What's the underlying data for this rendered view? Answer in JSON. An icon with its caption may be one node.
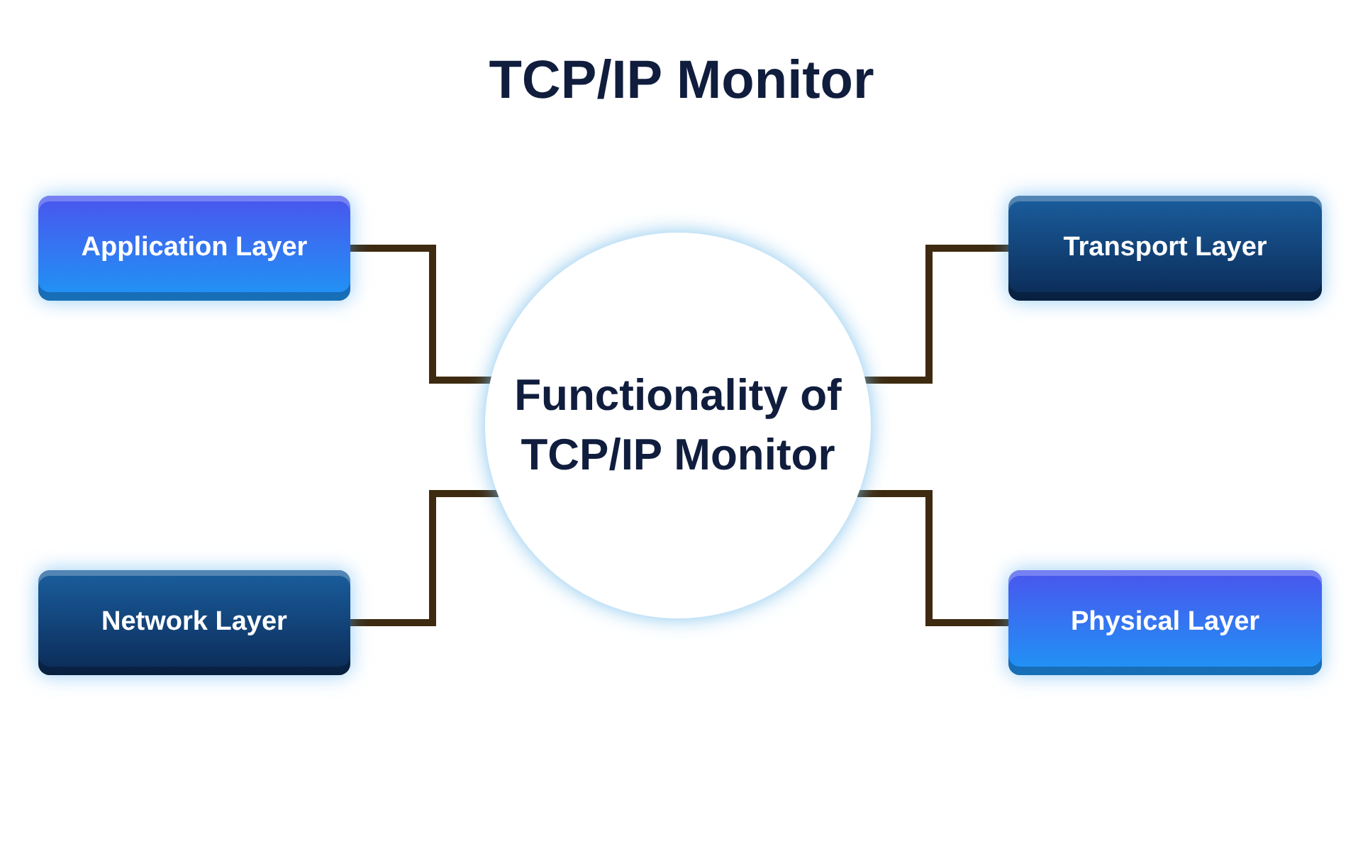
{
  "diagram": {
    "title": "TCP/IP Monitor",
    "nodes": [
      {
        "text": [
          "Application Layer"
        ]
      },
      {
        "text": [
          "Transport Layer"
        ]
      },
      {
        "text": [
          "Functionality of TCP/IP Monitor"
        ]
      },
      {
        "text": [
          "Network Layer"
        ]
      },
      {
        "text": [
          "Physical Layer"
        ]
      }
    ],
    "edges": [
      {
        "from": 2,
        "to": 0,
        "arrow": "none"
      },
      {
        "from": 2,
        "to": 1,
        "arrow": "none"
      },
      {
        "from": 2,
        "to": 3,
        "arrow": "none"
      },
      {
        "from": 2,
        "to": 4,
        "arrow": "none"
      }
    ]
  }
}
